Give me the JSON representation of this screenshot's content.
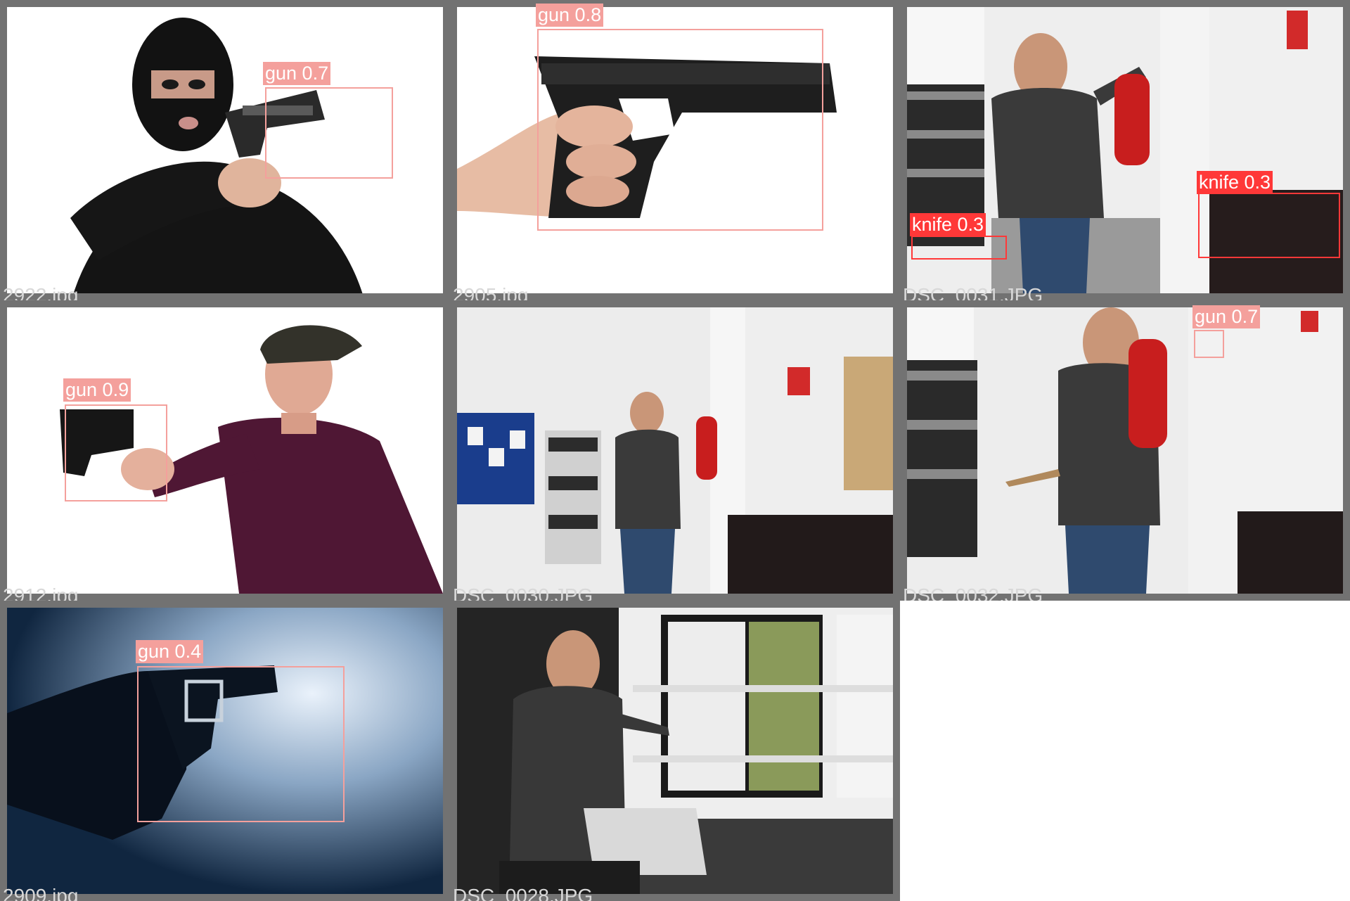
{
  "colors": {
    "tile_border": "#727272",
    "gun_box": "#f4a09c",
    "knife_box": "#ff3838",
    "filename_text": "#d8d8d8"
  },
  "tiles": [
    {
      "filename": "2922.jpg",
      "detections": [
        {
          "label": "gun 0.7"
        }
      ]
    },
    {
      "filename": "2905.jpg",
      "detections": [
        {
          "label": "gun 0.8"
        }
      ]
    },
    {
      "filename": "DSC_0031.JPG",
      "detections": [
        {
          "label": "knife 0.3"
        },
        {
          "label": "knife 0.3"
        }
      ]
    },
    {
      "filename": "2912.jpg",
      "detections": [
        {
          "label": "gun 0.9"
        }
      ]
    },
    {
      "filename": "DSC_0030.JPG",
      "detections": []
    },
    {
      "filename": "DSC_0032.JPG",
      "detections": [
        {
          "label": "gun 0.7"
        }
      ]
    },
    {
      "filename": "2909.jpg",
      "detections": [
        {
          "label": "gun 0.4"
        }
      ]
    },
    {
      "filename": "DSC_0028.JPG",
      "detections": []
    }
  ]
}
